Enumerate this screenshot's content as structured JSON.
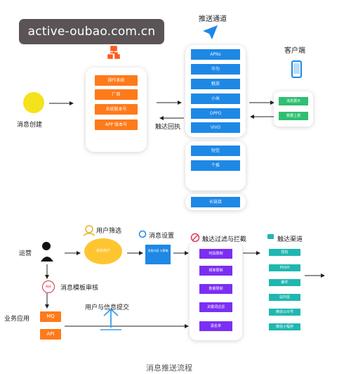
{
  "watermark": {
    "text": "active-oubao.com.cn"
  },
  "top": {
    "create_label": "消息创建",
    "reach_receipt": "触达回执",
    "push_channel_title": "推送通道",
    "client_title": "客户端",
    "server_items": [
      "操作系统",
      "厂商",
      "系统版本号",
      "APP 版本号",
      ""
    ],
    "channels": [
      "APNs",
      "华为",
      "魅族",
      "小米",
      "OPPO",
      "VIVO"
    ],
    "other_channels": [
      "短信",
      "个推",
      ""
    ],
    "long_link": "长链接",
    "client_actions": [
      "消息展示",
      "数据上报"
    ]
  },
  "bottom": {
    "operation_label": "运营",
    "user_filter_label": "用户筛选",
    "audience_badge": "目标用户",
    "message_setting_label": "消息设置",
    "setting_box_text": "消息内容\n与策略",
    "filter_title": "触达过滤与拦截",
    "filter_items": [
      "时段限制",
      "频率限制",
      "数量限制",
      "关键词过滤",
      "黑名单"
    ],
    "channel_title": "触达渠道",
    "channel_items": [
      "短信",
      "PUSH",
      "邮件",
      "站内信",
      "微信公众号",
      "微信小程序"
    ],
    "audit_badge": "审核",
    "audit_label": "消息模板审核",
    "business_label": "业务应用",
    "mq_label": "MQ",
    "api_label": "API",
    "submit_label": "用户与信息提交"
  },
  "caption": "消息推送流程",
  "colors": {
    "orange": "#ff7a1a",
    "blue": "#1e88e5",
    "green": "#2fbf71",
    "teal": "#20b7b0",
    "purple": "#7b2ff2",
    "yellow": "#f4e21a"
  }
}
